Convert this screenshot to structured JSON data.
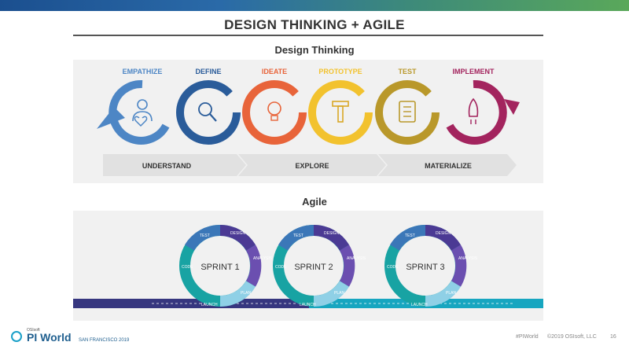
{
  "title": "DESIGN THINKING + AGILE",
  "design_thinking": {
    "heading": "Design Thinking",
    "stages": [
      {
        "label": "EMPATHIZE",
        "color": "#4d86c5",
        "icon": "person-heart-icon"
      },
      {
        "label": "DEFINE",
        "color": "#2a5c9a",
        "icon": "magnifier-icon"
      },
      {
        "label": "IDEATE",
        "color": "#e8643a",
        "icon": "lightbulb-icon"
      },
      {
        "label": "PROTOTYPE",
        "color": "#f2c22e",
        "icon": "hammer-icon"
      },
      {
        "label": "TEST",
        "color": "#b9982a",
        "icon": "checklist-icon"
      },
      {
        "label": "IMPLEMENT",
        "color": "#a3245e",
        "icon": "rocket-icon"
      }
    ],
    "phases": [
      "UNDERSTAND",
      "EXPLORE",
      "MATERIALIZE"
    ]
  },
  "agile": {
    "heading": "Agile",
    "sprints": [
      {
        "label": "SPRINT 1",
        "launch": "LAUNCH"
      },
      {
        "label": "SPRINT 2",
        "launch": "LAUNCH"
      },
      {
        "label": "SPRINT 3",
        "launch": "LAUNCH"
      }
    ],
    "segment_labels": [
      "TEST",
      "DESIGN",
      "ANALYSIS",
      "PLAN",
      "CODE"
    ],
    "colors": {
      "test": "#3b77b8",
      "design": "#4b3a94",
      "analysis": "#6b4fb0",
      "plan": "#8fd0e6",
      "code": "#18a3a3",
      "launch_bar": "#36367f",
      "teal_bar": "#17a6c0"
    }
  },
  "footer": {
    "brand_small": "OSIsoft",
    "brand": "PI World",
    "location": "SAN FRANCISCO 2019",
    "hashtag": "#PIWorld",
    "copyright": "©2019 OSIsoft, LLC",
    "page_number": "16"
  }
}
